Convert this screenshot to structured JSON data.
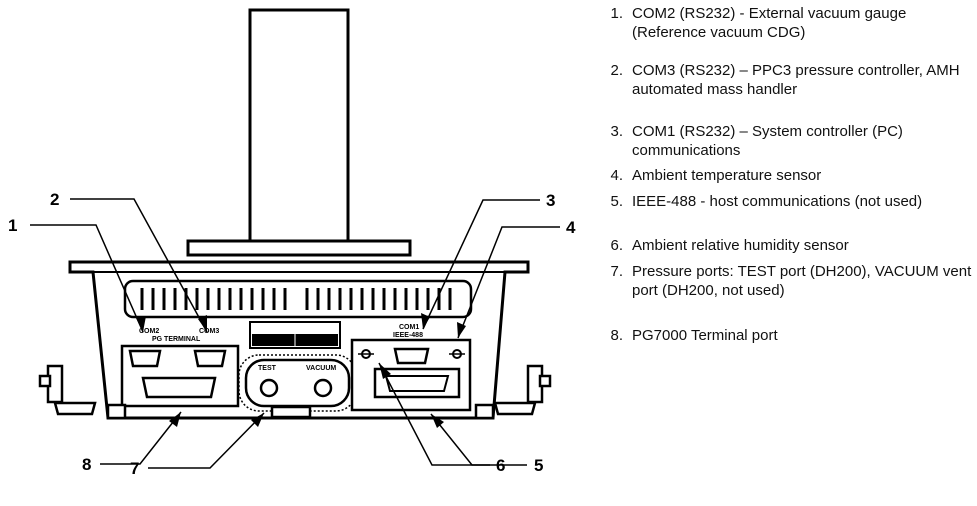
{
  "diagram": {
    "panel_labels": {
      "com2": "COM2",
      "com3": "COM3",
      "pg_terminal": "PG TERMINAL",
      "com1": "COM1",
      "ieee488": "IEEE-488",
      "test": "TEST",
      "vacuum": "VACUUM"
    },
    "callouts": [
      "1",
      "2",
      "3",
      "4",
      "5",
      "6",
      "7",
      "8"
    ]
  },
  "legend": [
    {
      "num": "1.",
      "text": "COM2 (RS232) - External vacuum gauge (Reference vacuum CDG)"
    },
    {
      "num": "2.",
      "text": "COM3 (RS232) – PPC3 pressure controller, AMH automated mass handler"
    },
    {
      "num": "3.",
      "text": "COM1 (RS232) – System controller (PC) communications"
    },
    {
      "num": "4.",
      "text": "Ambient temperature sensor"
    },
    {
      "num": "5.",
      "text": "IEEE-488 - host communications (not used)"
    },
    {
      "num": "6.",
      "text": "Ambient relative humidity sensor"
    },
    {
      "num": "7.",
      "text": "Pressure ports: TEST port (DH200), VACUUM vent port (DH200, not used)"
    },
    {
      "num": "8.",
      "text": "PG7000 Terminal port"
    }
  ]
}
